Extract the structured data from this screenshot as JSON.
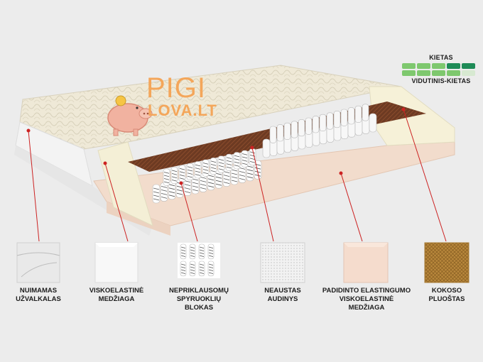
{
  "brand": {
    "logo_top": "PIGI",
    "logo_bottom": "LOVA.LT"
  },
  "firmness": {
    "top_label": "KIETAS",
    "bottom_label": "VIDUTINIS-KIETAS",
    "color_on": "#7ec86e",
    "color_dark": "#1e8b57",
    "color_off": "#d7e9d1"
  },
  "layers": [
    {
      "caption": "NUIMAMAS\nUŽVALKALAS",
      "icon": "cover-swatch"
    },
    {
      "caption": "VISKOELASTINĖ\nMEDŽIAGA",
      "icon": "memory-foam-swatch"
    },
    {
      "caption": "NEPRIKLAUSOMŲ\nSPYRUOKLIŲ\nBLOKAS",
      "icon": "pocket-springs-swatch"
    },
    {
      "caption": "NEAUSTAS\nAUDINYS",
      "icon": "nonwoven-fabric-swatch"
    },
    {
      "caption": "PADIDINTO ELASTINGUMO\nVISKOELASTINĖ\nMEDŽIAGA",
      "icon": "high-elastic-foam-swatch"
    },
    {
      "caption": "KOKOSO\nPLUOŠTAS",
      "icon": "coconut-fiber-swatch"
    }
  ]
}
